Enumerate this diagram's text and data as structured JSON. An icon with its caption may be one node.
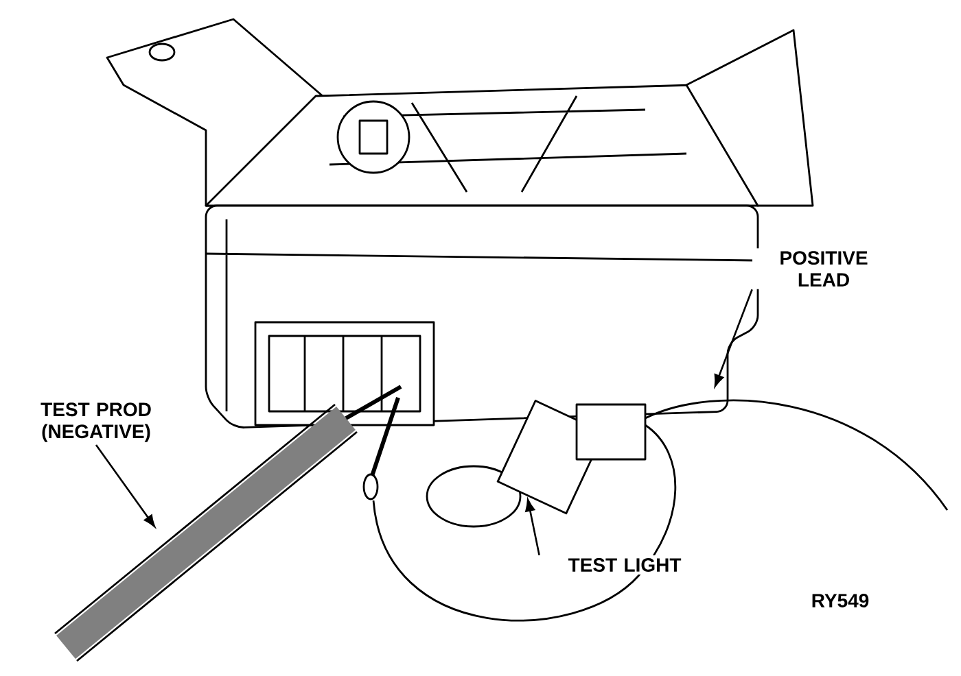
{
  "diagram": {
    "nodes": [
      {
        "text": [
          "TEST PROD (NEGATIVE)"
        ]
      },
      {
        "text": [
          "POSITIVE LEAD"
        ]
      },
      {
        "text": [
          "TEST LIGHT"
        ]
      }
    ],
    "edges": [
      {
        "from": 0,
        "to": null,
        "arrow": "to"
      },
      {
        "from": 1,
        "to": null,
        "arrow": "to"
      },
      {
        "from": 2,
        "to": null,
        "arrow": "to"
      }
    ],
    "labels": [
      "RY549"
    ]
  }
}
